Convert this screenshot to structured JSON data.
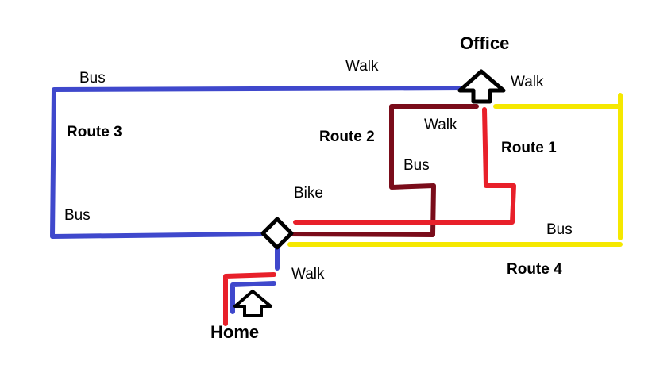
{
  "colors": {
    "route1": "#e8202a",
    "route2": "#7a0c1a",
    "route3": "#3f48cc",
    "route4": "#f5e800",
    "symbol": "#000000"
  },
  "places": {
    "office": "Office",
    "home": "Home"
  },
  "routes": {
    "route1": "Route 1",
    "route2": "Route 2",
    "route3": "Route 3",
    "route4": "Route 4"
  },
  "modes": {
    "walk_top": "Walk",
    "walk_office": "Walk",
    "walk_route2": "Walk",
    "walk_home": "Walk",
    "bus_top_left": "Bus",
    "bus_left": "Bus",
    "bus_route2": "Bus",
    "bus_route4": "Bus",
    "bike": "Bike"
  },
  "icons": {
    "office": "up-arrow-icon",
    "home": "up-arrow-icon",
    "transfer": "diamond-icon"
  }
}
